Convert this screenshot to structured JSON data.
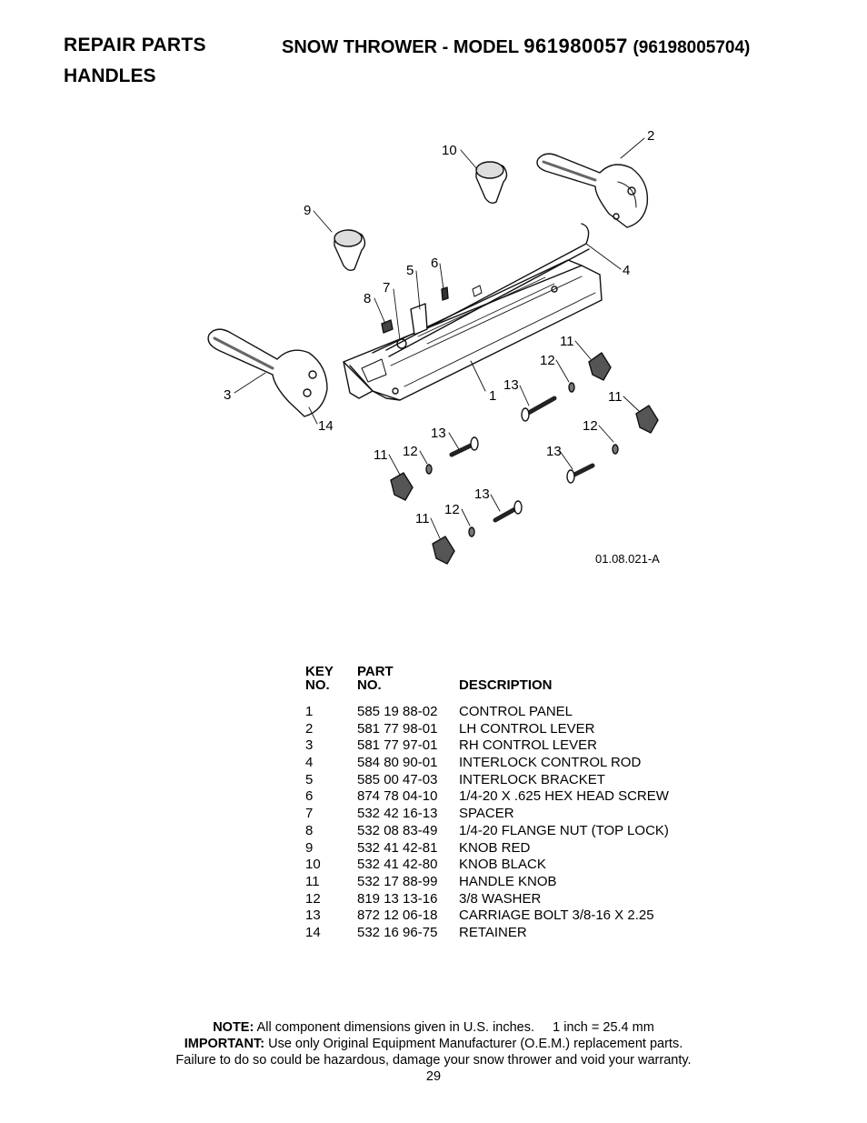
{
  "header": {
    "section": "REPAIR PARTS",
    "model_prefix": "SNOW THROWER - MODEL",
    "model_number": "961980057",
    "model_code": "(96198005704)",
    "subtitle": "HANDLES"
  },
  "diagram": {
    "reference": "01.08.021-A",
    "callouts": [
      "1",
      "2",
      "3",
      "4",
      "5",
      "6",
      "7",
      "8",
      "9",
      "10",
      "11",
      "11",
      "11",
      "11",
      "12",
      "12",
      "12",
      "12",
      "13",
      "13",
      "13",
      "13",
      "14"
    ]
  },
  "parts_table": {
    "headers": {
      "key_line1": "KEY",
      "key_line2": "NO.",
      "part_line1": "PART",
      "part_line2": "NO.",
      "description": "DESCRIPTION"
    },
    "rows": [
      {
        "key": "1",
        "part": "585 19 88-02",
        "description": "CONTROL PANEL"
      },
      {
        "key": "2",
        "part": "581 77 98-01",
        "description": "LH CONTROL LEVER"
      },
      {
        "key": "3",
        "part": "581 77 97-01",
        "description": "RH CONTROL LEVER"
      },
      {
        "key": "4",
        "part": "584 80 90-01",
        "description": "INTERLOCK CONTROL ROD"
      },
      {
        "key": "5",
        "part": "585 00 47-03",
        "description": "INTERLOCK BRACKET"
      },
      {
        "key": "6",
        "part": "874 78 04-10",
        "description": "1/4-20 X .625 HEX HEAD SCREW"
      },
      {
        "key": "7",
        "part": "532 42 16-13",
        "description": "SPACER"
      },
      {
        "key": "8",
        "part": "532 08 83-49",
        "description": "1/4-20 FLANGE NUT (TOP LOCK)"
      },
      {
        "key": "9",
        "part": "532 41 42-81",
        "description": "KNOB RED"
      },
      {
        "key": "10",
        "part": "532 41 42-80",
        "description": "KNOB BLACK"
      },
      {
        "key": "11",
        "part": "532 17 88-99",
        "description": "HANDLE KNOB"
      },
      {
        "key": "12",
        "part": "819 13 13-16",
        "description": "3/8 WASHER"
      },
      {
        "key": "13",
        "part": "872 12 06-18",
        "description": "CARRIAGE BOLT 3/8-16 X 2.25"
      },
      {
        "key": "14",
        "part": "532 16 96-75",
        "description": "RETAINER"
      }
    ]
  },
  "footer": {
    "note_label": "NOTE:",
    "note_text": "All component dimensions given in U.S. inches.",
    "conversion": "1 inch = 25.4 mm",
    "important_label": "IMPORTANT:",
    "important_text": "Use only Original Equipment Manufacturer (O.E.M.) replacement parts.",
    "warning": "Failure to do so could be hazardous, damage your snow thrower and void your warranty.",
    "page_number": "29"
  }
}
